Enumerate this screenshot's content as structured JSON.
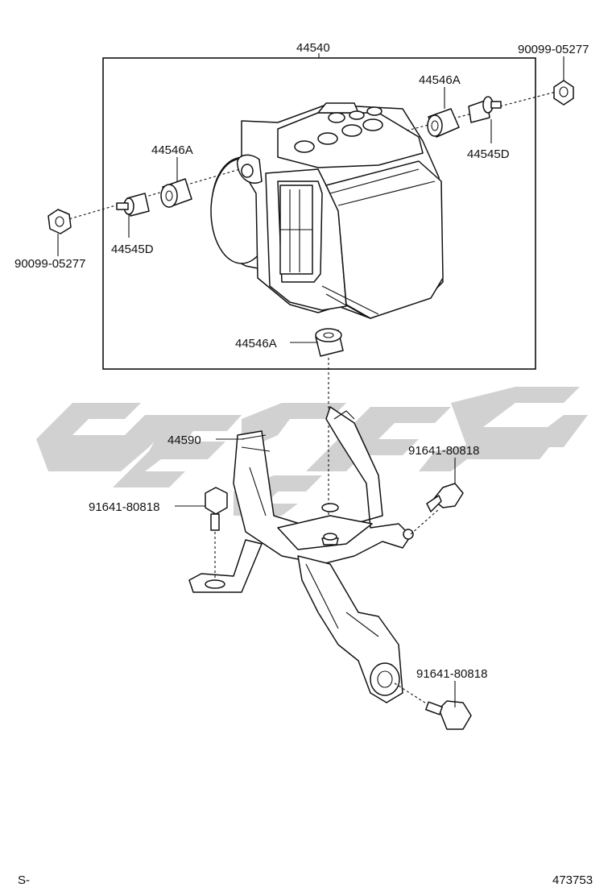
{
  "labels": {
    "assembly": "44540",
    "bolt_top_right": "90099-05277",
    "grommet_top_right": "44546A",
    "collar_top_right": "44545D",
    "grommet_left": "44546A",
    "bolt_left": "90099-05277",
    "collar_left": "44545D",
    "grommet_bottom": "44546A",
    "bracket": "44590",
    "bolt_right": "91641-80818",
    "bolt_left_bracket": "91641-80818",
    "bolt_bottom": "91641-80818"
  },
  "footer": {
    "left_code": "S-",
    "right_code": "473753"
  },
  "colors": {
    "line": "#111111",
    "watermark": "#c9c9c9"
  }
}
